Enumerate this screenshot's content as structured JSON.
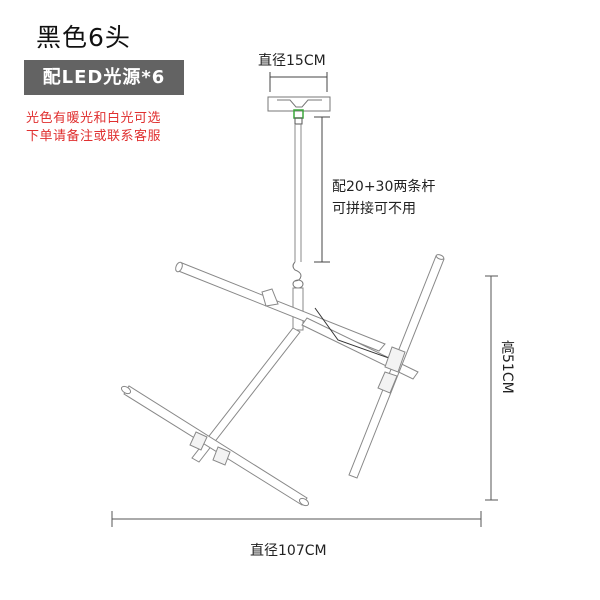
{
  "header": {
    "title": "黑色6头",
    "badge": "配LED光源*6",
    "notes": [
      "光色有暖光和白光可选",
      "下单请备注或联系客服"
    ]
  },
  "dimensions": {
    "canopy_diameter": "直径15CM",
    "rod_note_line1": "配20+30两条杆",
    "rod_note_line2": "可拼接可不用",
    "height": "高51CM",
    "width": "直径107CM"
  },
  "colors": {
    "badge_bg": "#636363",
    "note_text": "#e03030",
    "line": "#555555",
    "connector": "#3aa83a"
  }
}
